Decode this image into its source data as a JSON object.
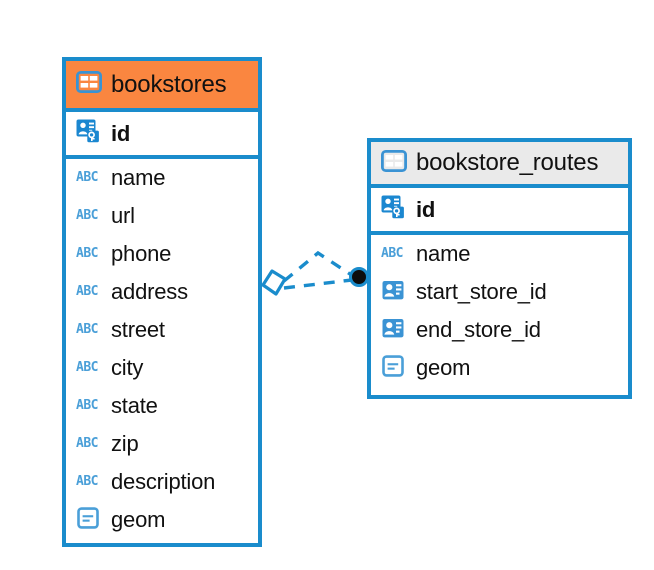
{
  "diagram": {
    "type": "entity-relationship-diagram",
    "accent_blue": "#1a8ccc",
    "header_orange": "#fa8640",
    "header_gray": "#eaeaea",
    "icon_blue": "#3a93d4"
  },
  "entities": [
    {
      "name": "bookstores",
      "header_icon": "table-grid-icon",
      "header_color": "#fa8640",
      "fields": [
        {
          "label": "id",
          "icon": "primary-key-icon",
          "key": true
        },
        {
          "label": "name",
          "icon": "text-abc-icon",
          "key": false
        },
        {
          "label": "url",
          "icon": "text-abc-icon",
          "key": false
        },
        {
          "label": "phone",
          "icon": "text-abc-icon",
          "key": false
        },
        {
          "label": "address",
          "icon": "text-abc-icon",
          "key": false
        },
        {
          "label": "street",
          "icon": "text-abc-icon",
          "key": false
        },
        {
          "label": "city",
          "icon": "text-abc-icon",
          "key": false
        },
        {
          "label": "state",
          "icon": "text-abc-icon",
          "key": false
        },
        {
          "label": "zip",
          "icon": "text-abc-icon",
          "key": false
        },
        {
          "label": "description",
          "icon": "text-abc-icon",
          "key": false
        },
        {
          "label": "geom",
          "icon": "geometry-icon",
          "key": false
        }
      ]
    },
    {
      "name": "bookstore_routes",
      "header_icon": "table-grid-icon",
      "header_color": "#eaeaea",
      "fields": [
        {
          "label": "id",
          "icon": "primary-key-icon",
          "key": true
        },
        {
          "label": "name",
          "icon": "text-abc-icon",
          "key": false
        },
        {
          "label": "start_store_id",
          "icon": "foreign-key-icon",
          "key": false
        },
        {
          "label": "end_store_id",
          "icon": "foreign-key-icon",
          "key": false
        },
        {
          "label": "geom",
          "icon": "geometry-icon",
          "key": false
        }
      ]
    }
  ],
  "relationship": {
    "source_marker": "diamond-outline-marker",
    "target_marker": "filled-circle-marker",
    "line_style": "dashed",
    "color": "#1a8ccc"
  }
}
